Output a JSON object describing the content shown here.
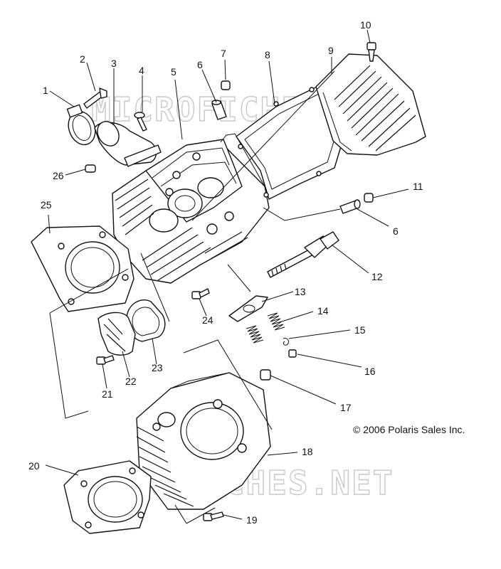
{
  "watermark": "MICROFICHES.NET",
  "copyright": "© 2006 Polaris Sales Inc.",
  "callouts": [
    "1",
    "2",
    "3",
    "4",
    "5",
    "6",
    "7",
    "8",
    "9",
    "10",
    "11",
    "6",
    "12",
    "13",
    "14",
    "15",
    "16",
    "17",
    "18",
    "19",
    "20",
    "21",
    "22",
    "23",
    "24",
    "25",
    "26"
  ],
  "colors": {
    "ink": "#111111",
    "watermark": "#c9c9c9",
    "background": "#ffffff"
  }
}
